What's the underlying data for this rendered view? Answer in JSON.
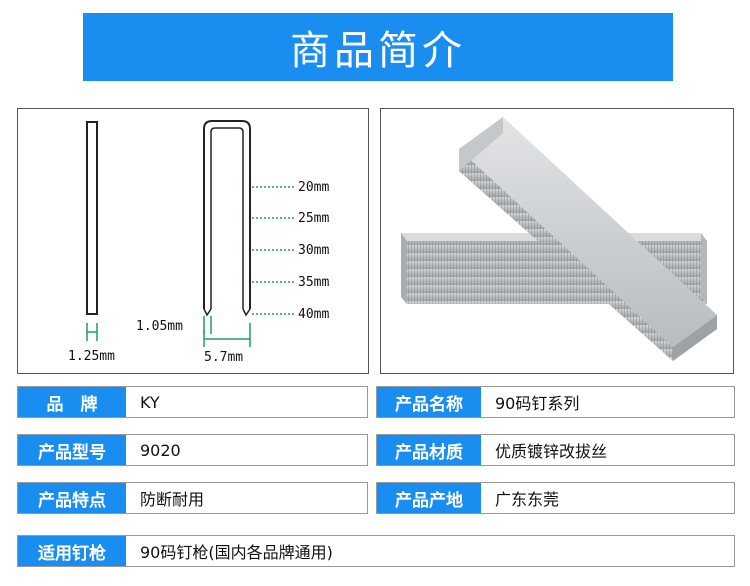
{
  "banner": {
    "title": "商品简介"
  },
  "diagram": {
    "length_labels": [
      "20mm",
      "25mm",
      "30mm",
      "35mm",
      "40mm"
    ],
    "wire_thickness": "1.25mm",
    "wire_width": "1.05mm",
    "crown_width": "5.7mm",
    "accent_color": "#1ba35a"
  },
  "specs": [
    {
      "label": "品　牌",
      "value": "KY"
    },
    {
      "label": "产品名称",
      "value": "90码钉系列"
    },
    {
      "label": "产品型号",
      "value": "9020"
    },
    {
      "label": "产品材质",
      "value": "优质镀锌改拔丝"
    },
    {
      "label": "产品特点",
      "value": "防断耐用"
    },
    {
      "label": "产品产地",
      "value": "广东东莞"
    },
    {
      "label": "适用钉枪",
      "value": "90码钉枪(国内各品牌通用)"
    }
  ],
  "colors": {
    "label_bg": "#1a8ef0",
    "banner_bg": "#1a8ef0"
  }
}
